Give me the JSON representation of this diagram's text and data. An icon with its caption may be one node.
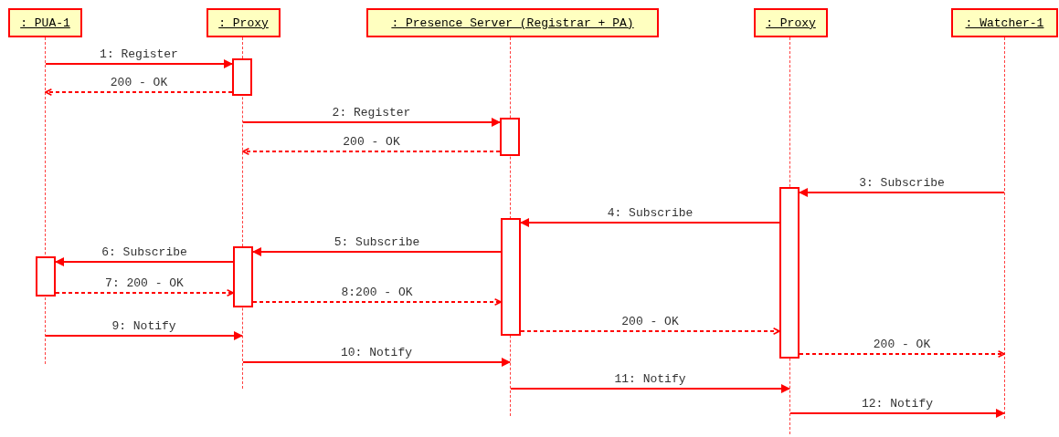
{
  "diagram": {
    "nodes": [
      {
        "text": [
          ": PUA-1"
        ]
      },
      {
        "text": [
          ": Proxy"
        ]
      },
      {
        "text": [
          ": Presence Server (Registrar + PA)"
        ]
      },
      {
        "text": [
          ": Proxy"
        ]
      },
      {
        "text": [
          ": Watcher-1"
        ]
      },
      {
        "text": [],
        "shape": "line"
      },
      {
        "text": [],
        "shape": "line"
      },
      {
        "text": [],
        "shape": "line"
      },
      {
        "text": [],
        "shape": "line"
      },
      {
        "text": [],
        "shape": "line"
      },
      {
        "text": [],
        "shape": "bar"
      },
      {
        "text": [],
        "shape": "bar"
      },
      {
        "text": [],
        "shape": "bar"
      },
      {
        "text": [],
        "shape": "bar"
      },
      {
        "text": [],
        "shape": "bar"
      },
      {
        "text": [],
        "shape": "bar"
      }
    ],
    "edges": [
      {
        "from": 5,
        "to": 10,
        "arrow": "to",
        "label": "1: Register"
      },
      {
        "from": 10,
        "to": 5,
        "arrow": "to",
        "label": "200 - OK",
        "style": "dashed"
      },
      {
        "from": 6,
        "to": 11,
        "arrow": "to",
        "label": "2: Register"
      },
      {
        "from": 11,
        "to": 6,
        "arrow": "to",
        "label": "200 - OK",
        "style": "dashed"
      },
      {
        "from": 9,
        "to": 12,
        "arrow": "to",
        "label": "3: Subscribe"
      },
      {
        "from": 12,
        "to": 13,
        "arrow": "to",
        "label": "4: Subscribe"
      },
      {
        "from": 13,
        "to": 14,
        "arrow": "to",
        "label": "5: Subscribe"
      },
      {
        "from": 14,
        "to": 15,
        "arrow": "to",
        "label": "6: Subscribe"
      },
      {
        "from": 15,
        "to": 14,
        "arrow": "to",
        "label": "7: 200 - OK",
        "style": "dashed"
      },
      {
        "from": 14,
        "to": 13,
        "arrow": "to",
        "label": "8:200 - OK",
        "style": "dashed"
      },
      {
        "from": 13,
        "to": 12,
        "arrow": "to",
        "label": "200 - OK",
        "style": "dashed"
      },
      {
        "from": 5,
        "to": 6,
        "arrow": "to",
        "label": "9: Notify"
      },
      {
        "from": 12,
        "to": 9,
        "arrow": "to",
        "label": "200 - OK",
        "style": "dashed"
      },
      {
        "from": 6,
        "to": 7,
        "arrow": "to",
        "label": "10: Notify"
      },
      {
        "from": 7,
        "to": 8,
        "arrow": "to",
        "label": "11: Notify"
      },
      {
        "from": 8,
        "to": 9,
        "arrow": "to",
        "label": "12: Notify"
      }
    ]
  }
}
